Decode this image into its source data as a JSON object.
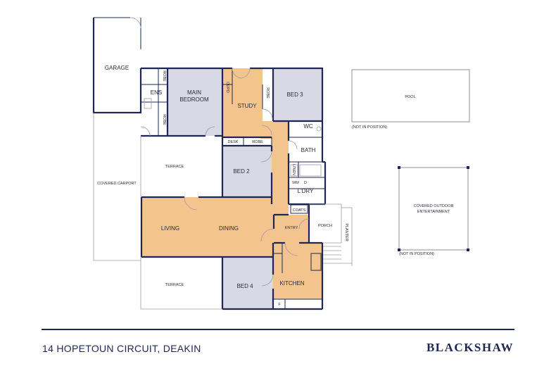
{
  "rooms": {
    "garage": "GARAGE",
    "robe1": "ROBE",
    "ens": "ENS",
    "robe2": "ROBE",
    "main_bedroom": "MAIN\nBEDROOM",
    "cupd": "CUPD",
    "study": "STUDY",
    "robe3": "ROBE",
    "bed3": "BED 3",
    "wc": "WC",
    "desk": "DESK",
    "robe4": "ROBE",
    "bath": "BATH",
    "terrace_top": "TERRACE",
    "covered_carport": "COVERED CARPORT",
    "bed2": "BED 2",
    "linen": "LINEN",
    "wm": "WM",
    "d": "D",
    "ldry": "L'DRY",
    "coats": "COATS",
    "living": "LIVING",
    "dining": "DINING",
    "entry": "ENTRY",
    "porch": "PORCH",
    "planter": "PLANTER",
    "terrace_bottom": "TERRACE",
    "bed4": "BED 4",
    "kitchen": "KITCHEN",
    "f": "F",
    "pool": "POOL",
    "not_in_position_1": "(NOT IN POSITION)",
    "covered_outdoor": "COVERED OUTDOOR\nENTERTAINMENT",
    "not_in_position_2": "(NOT IN POSITION)"
  },
  "footer": {
    "address": "14 HOPETOUN CIRCUIT, DEAKIN",
    "brand": "BLACKSHAW"
  },
  "colors": {
    "bedroom_fill": "#d9d9e6",
    "living_fill": "#f3c48d",
    "wall": "#1e2754"
  }
}
